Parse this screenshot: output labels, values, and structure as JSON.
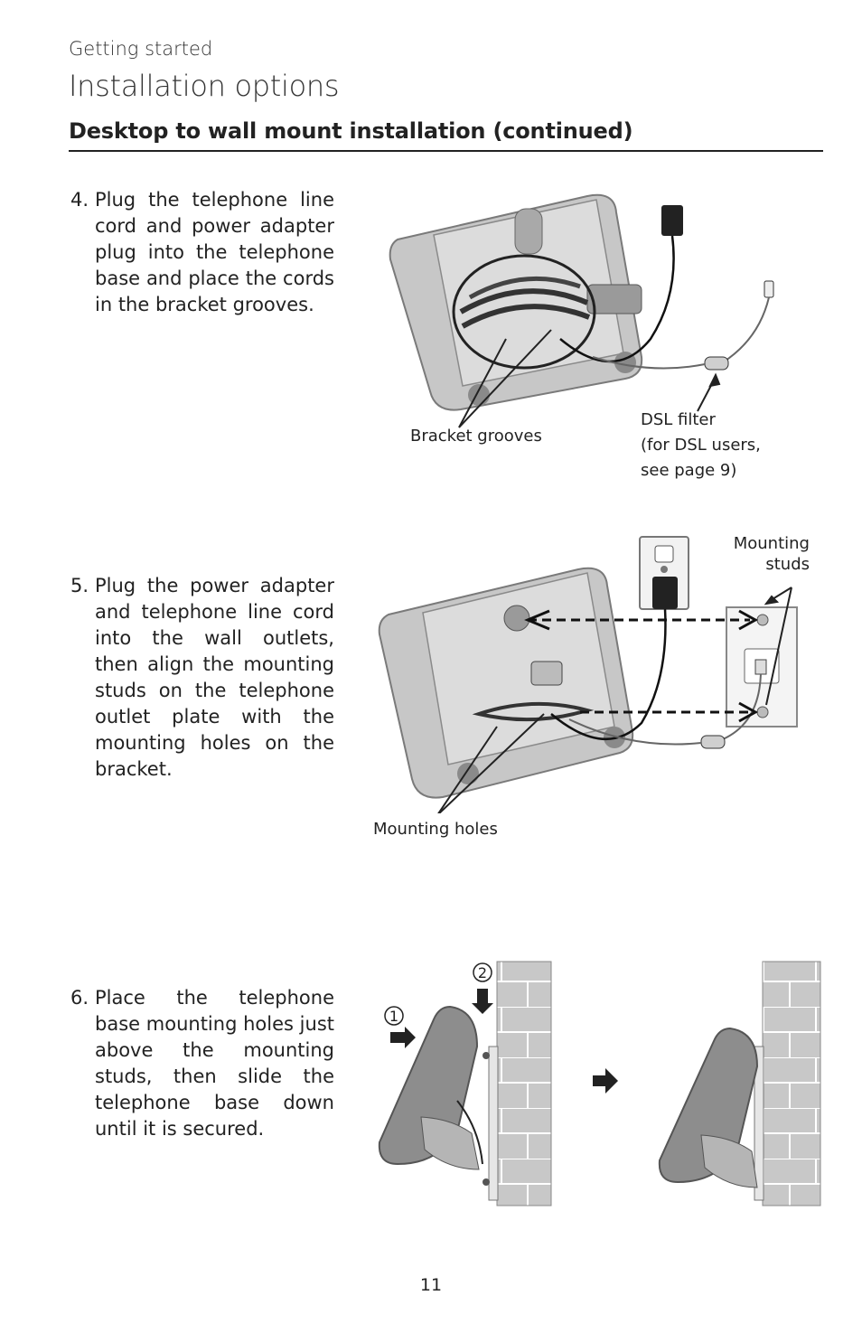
{
  "header": {
    "section": "Getting started",
    "title": "Installation options",
    "subheading": "Desktop to wall mount installation (continued)"
  },
  "steps": [
    {
      "number": "4.",
      "text": "Plug the telephone line cord and power adapter plug into the telephone base and place the cords in the bracket grooves."
    },
    {
      "number": "5.",
      "text": "Plug the power adapter and telephone line cord into the wall outlets, then align the mounting studs on the telephone outlet plate with the mounting holes on the bracket."
    },
    {
      "number": "6.",
      "text": "Place the telephone base mounting holes just above the mounting studs, then slide the telephone base down until it is secured."
    }
  ],
  "figure1": {
    "bracket_grooves": "Bracket grooves",
    "dsl_filter_line1": "DSL filter",
    "dsl_filter_line2": "(for DSL users,",
    "dsl_filter_line3": "see page 9)"
  },
  "figure2": {
    "mounting_studs_line1": "Mounting",
    "mounting_studs_line2": "studs",
    "mounting_holes": "Mounting holes"
  },
  "figure3": {
    "marker_1": "1",
    "marker_2": "2"
  },
  "footer": {
    "page_number": "11"
  }
}
